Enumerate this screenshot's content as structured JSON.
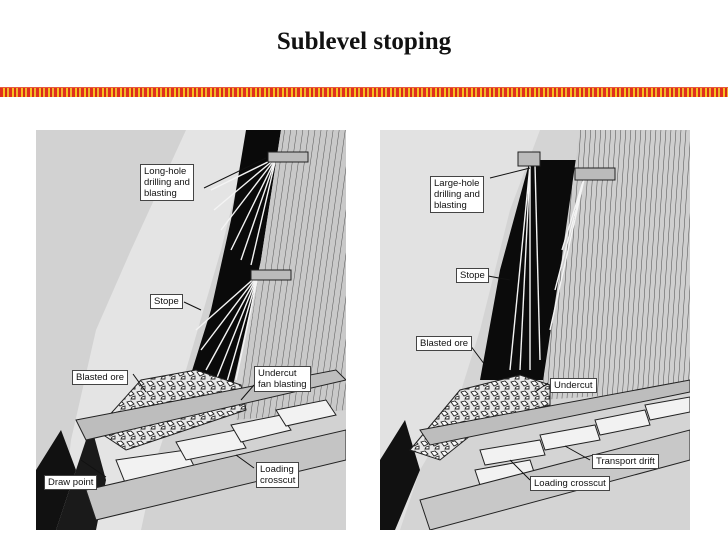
{
  "title": "Sublevel stoping",
  "left_panel": {
    "labels": {
      "drilling": "Long-hole\ndrilling and\nblasting",
      "stope": "Stope",
      "blasted_ore": "Blasted ore",
      "undercut": "Undercut\nfan blasting",
      "loading": "Loading\ncrosscut",
      "draw_point": "Draw point"
    }
  },
  "right_panel": {
    "labels": {
      "drilling": "Large-hole\ndrilling and\nblasting",
      "stope": "Stope",
      "blasted_ore": "Blasted ore",
      "undercut": "Undercut",
      "transport": "Transport drift",
      "loading": "Loading crosscut"
    }
  }
}
